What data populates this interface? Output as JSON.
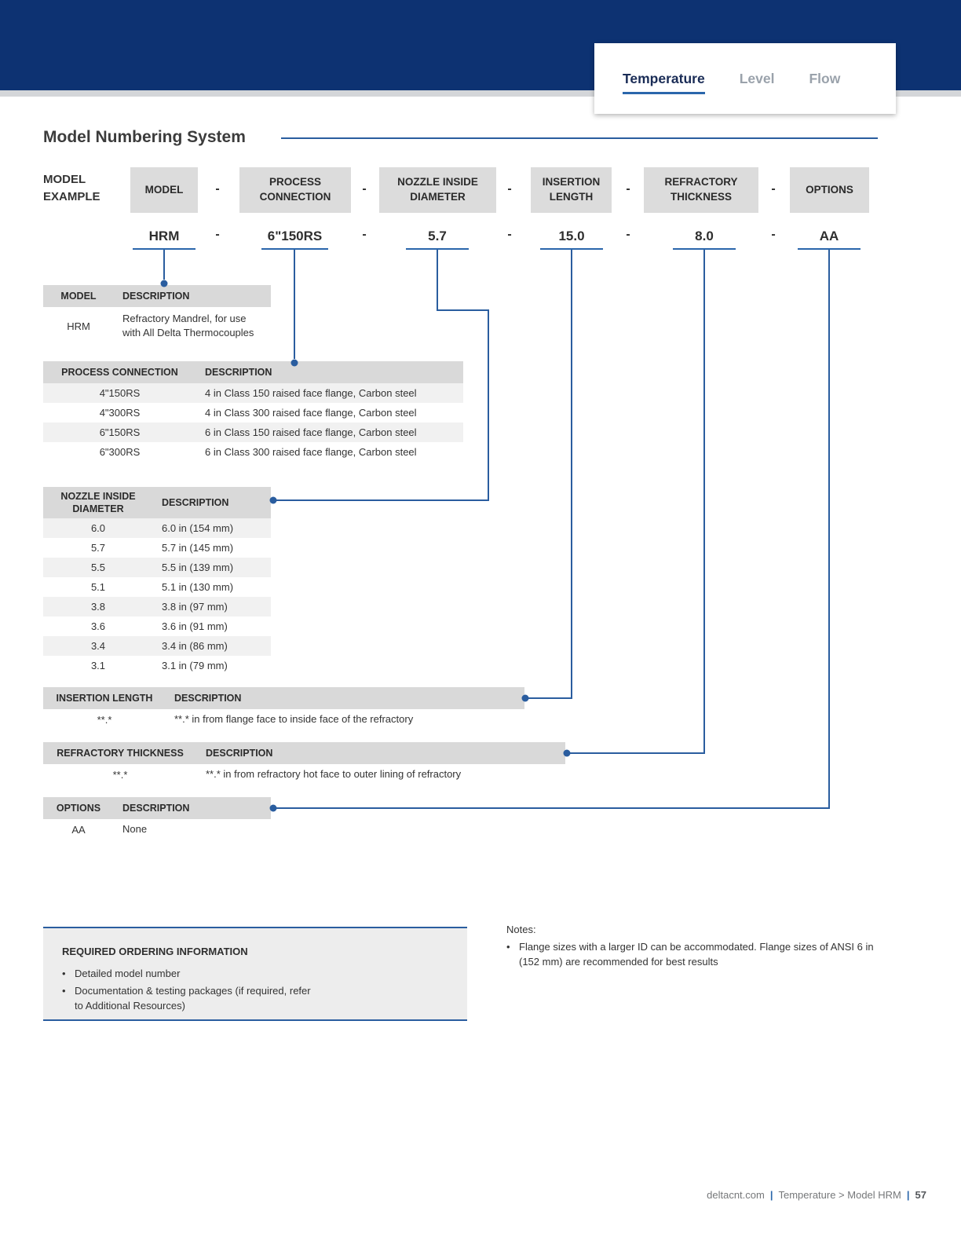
{
  "colors": {
    "header_navy": "#0d3272",
    "accent_blue": "#2a66ab",
    "tab_active_text": "#1a2c56",
    "tab_inactive_text": "#9aa2ab",
    "table_header_bg": "#d9d9d9",
    "row_alt_bg": "#f1f1f1",
    "example_box_bg": "#dcdcdc",
    "panel_bg": "#ededed"
  },
  "tabs": {
    "temperature": "Temperature",
    "level": "Level",
    "flow": "Flow"
  },
  "title": "Model Numbering System",
  "model_example": {
    "label_line1": "MODEL",
    "label_line2": "EXAMPLE",
    "dash": "-",
    "fields": [
      {
        "line1": "MODEL",
        "line2": ""
      },
      {
        "line1": "PROCESS",
        "line2": "CONNECTION"
      },
      {
        "line1": "NOZZLE INSIDE",
        "line2": "DIAMETER"
      },
      {
        "line1": "INSERTION",
        "line2": "LENGTH"
      },
      {
        "line1": "REFRACTORY",
        "line2": "THICKNESS"
      },
      {
        "line1": "OPTIONS",
        "line2": ""
      }
    ],
    "values": [
      "HRM",
      "6\"150RS",
      "5.7",
      "15.0",
      "8.0",
      "AA"
    ]
  },
  "tables": {
    "model": {
      "col1_header": "MODEL",
      "col2_header": "DESCRIPTION",
      "rows": [
        {
          "code": "HRM",
          "desc": "Refractory Mandrel, for use with All Delta Thermocouples"
        }
      ]
    },
    "process_connection": {
      "col1_header": "PROCESS CONNECTION",
      "col2_header": "DESCRIPTION",
      "rows": [
        {
          "code": "4\"150RS",
          "desc": "4 in Class 150 raised face flange, Carbon steel"
        },
        {
          "code": "4\"300RS",
          "desc": "4 in Class 300 raised face flange, Carbon steel"
        },
        {
          "code": "6\"150RS",
          "desc": "6 in Class 150 raised face flange, Carbon steel"
        },
        {
          "code": "6\"300RS",
          "desc": "6 in Class 300 raised face flange, Carbon steel"
        }
      ]
    },
    "nozzle_inside_diameter": {
      "col1_header_line1": "NOZZLE INSIDE",
      "col1_header_line2": "DIAMETER",
      "col2_header": "DESCRIPTION",
      "rows": [
        {
          "code": "6.0",
          "desc": "6.0 in (154 mm)"
        },
        {
          "code": "5.7",
          "desc": "5.7 in (145 mm)"
        },
        {
          "code": "5.5",
          "desc": "5.5 in (139 mm)"
        },
        {
          "code": "5.1",
          "desc": "5.1 in (130 mm)"
        },
        {
          "code": "3.8",
          "desc": "3.8 in (97 mm)"
        },
        {
          "code": "3.6",
          "desc": "3.6 in (91 mm)"
        },
        {
          "code": "3.4",
          "desc": "3.4 in (86 mm)"
        },
        {
          "code": "3.1",
          "desc": "3.1 in (79 mm)"
        }
      ]
    },
    "insertion_length": {
      "col1_header": "INSERTION LENGTH",
      "col2_header": "DESCRIPTION",
      "rows": [
        {
          "code": "**.*",
          "desc": "**.* in from flange face to inside face of the refractory"
        }
      ]
    },
    "refractory_thickness": {
      "col1_header": "REFRACTORY THICKNESS",
      "col2_header": "DESCRIPTION",
      "rows": [
        {
          "code": "**.*",
          "desc": "**.* in from refractory hot face to outer lining of refractory"
        }
      ]
    },
    "options": {
      "col1_header": "OPTIONS",
      "col2_header": "DESCRIPTION",
      "rows": [
        {
          "code": "AA",
          "desc": "None"
        }
      ]
    }
  },
  "required_ordering": {
    "title": "REQUIRED ORDERING INFORMATION",
    "bullet_char": "•",
    "items": [
      "Detailed model number",
      "Documentation & testing packages (if required, refer to Additional Resources)"
    ]
  },
  "notes": {
    "title": "Notes:",
    "bullet_char": "•",
    "items": [
      "Flange sizes with a larger ID can be accommodated. Flange sizes of ANSI 6 in (152 mm) are recommended for best results"
    ]
  },
  "footer": {
    "site": "deltacnt.com",
    "separator": "|",
    "breadcrumb": "Temperature > Model HRM",
    "page_number": "57"
  }
}
